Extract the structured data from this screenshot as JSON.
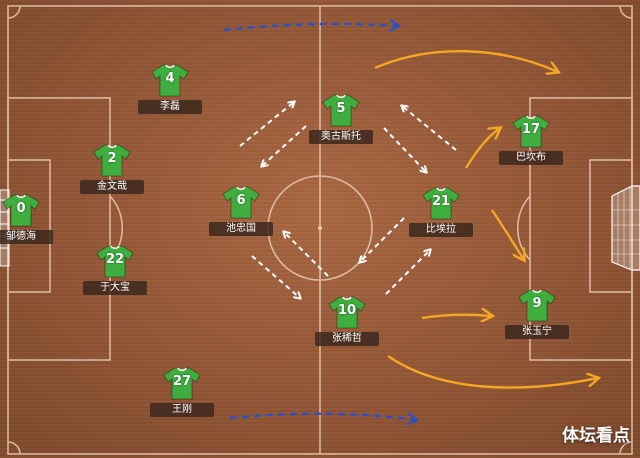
{
  "colors": {
    "pitch": "#a05c38",
    "lines": "#e8c9b6",
    "jersey": "#3fae3f",
    "pass_arrow": "#ffffff",
    "run_arrow_blue": "#2a52c4",
    "run_arrow_orange": "#f5a623"
  },
  "players": [
    {
      "number": "0",
      "name": "邹德海"
    },
    {
      "number": "2",
      "name": "金文哉"
    },
    {
      "number": "22",
      "name": "于大宝"
    },
    {
      "number": "4",
      "name": "李磊"
    },
    {
      "number": "27",
      "name": "王刚"
    },
    {
      "number": "6",
      "name": "池忠国"
    },
    {
      "number": "5",
      "name": "奥古斯托"
    },
    {
      "number": "10",
      "name": "张稀哲"
    },
    {
      "number": "21",
      "name": "比埃拉"
    },
    {
      "number": "17",
      "name": "巴坎布"
    },
    {
      "number": "9",
      "name": "张玉宁"
    }
  ],
  "watermark": "体坛看点"
}
